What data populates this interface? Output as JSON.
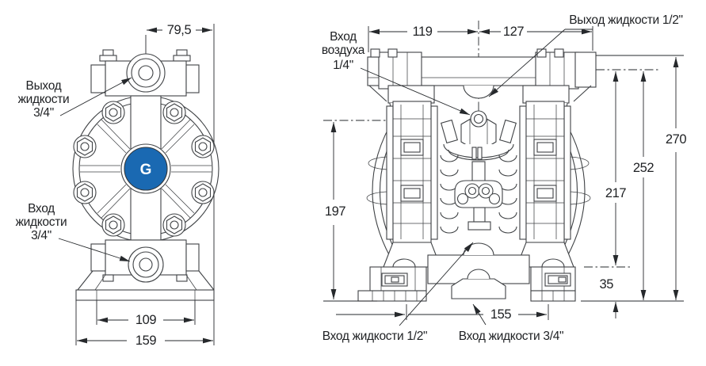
{
  "diagram": {
    "front": {
      "dim_top_half_width": "79,5",
      "dim_bolt_span": "109",
      "dim_overall_width": "159",
      "outlet": [
        "Выход",
        "жидкости",
        "3/4\""
      ],
      "inlet": [
        "Вход",
        "жидкости",
        "3/4\""
      ]
    },
    "side": {
      "dim_left_of_center": "119",
      "dim_right_of_center": "127",
      "dim_total_height": "270",
      "dim_outlet_height": "252",
      "dim_port_distance": "217",
      "dim_inlet_to_base": "35",
      "dim_air_height": "197",
      "dim_foot_span": "155",
      "air_inlet": [
        "Вход",
        "воздуха",
        "1/4\""
      ],
      "fluid_outlet": "Выход жидкости 1/2\"",
      "fluid_inlet_half": "Вход жидкости 1/2\"",
      "fluid_inlet_threequarters": "Вход жидкости 3/4\""
    },
    "logo": {
      "letter": "G"
    },
    "colors": {
      "line": "#3f4245",
      "text": "#1e2023",
      "accent_blue": "#1a69b2"
    }
  }
}
